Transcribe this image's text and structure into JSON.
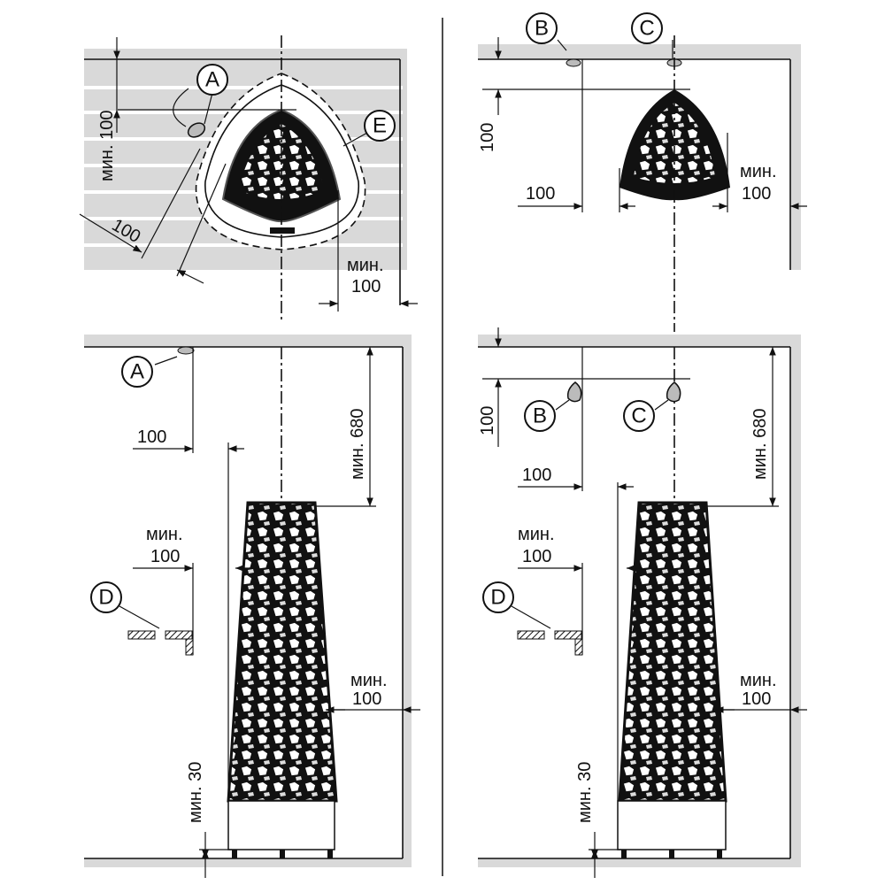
{
  "labels": {
    "a": "A",
    "b": "B",
    "c": "C",
    "d": "D",
    "e": "E"
  },
  "dims": {
    "min_prefix": "мин.",
    "hundred": "100",
    "min_100": "мин. 100",
    "min_680": "мин. 680",
    "min_30": "мин. 30"
  }
}
